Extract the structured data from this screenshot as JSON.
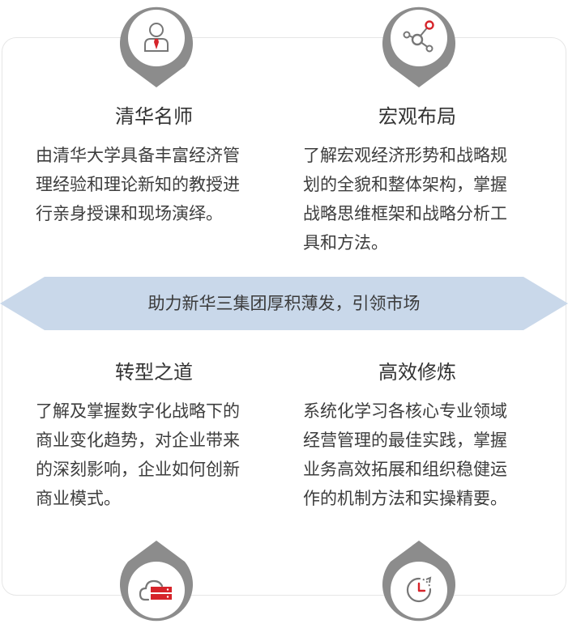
{
  "colors": {
    "pin_gray": "#8c8c8c",
    "pin_inner": "#ffffff",
    "accent_red": "#d6242a",
    "icon_gray": "#777777",
    "banner_fill": "#c9d8ea",
    "card_border": "#e6e6e6"
  },
  "features": [
    {
      "icon": "teacher-icon",
      "title": "清华名师",
      "lines": [
        "由清华大学具备丰富经济管",
        "理经验和理论新知的教授进",
        "行亲身授课和现场演绎。"
      ]
    },
    {
      "icon": "network-nodes-icon",
      "title": "宏观布局",
      "lines": [
        "了解宏观经济形势和战略规",
        "划的全貌和整体架构，掌握",
        "战略思维框架和战略分析工",
        "具和方法。"
      ]
    },
    {
      "icon": "cloud-server-icon",
      "title": "转型之道",
      "lines": [
        "了解及掌握数字化战略下的",
        "商业变化趋势，对企业带来",
        "的深刻影响，企业如何创新",
        "商业模式。"
      ]
    },
    {
      "icon": "clock-refresh-icon",
      "title": "高效修炼",
      "lines": [
        "系统化学习各核心专业领域",
        "经营管理的最佳实践，掌握",
        "业务高效拓展和组织稳健运",
        "作的机制方法和实操精要。"
      ]
    }
  ],
  "banner": {
    "text": "助力新华三集团厚积薄发，引领市场"
  }
}
